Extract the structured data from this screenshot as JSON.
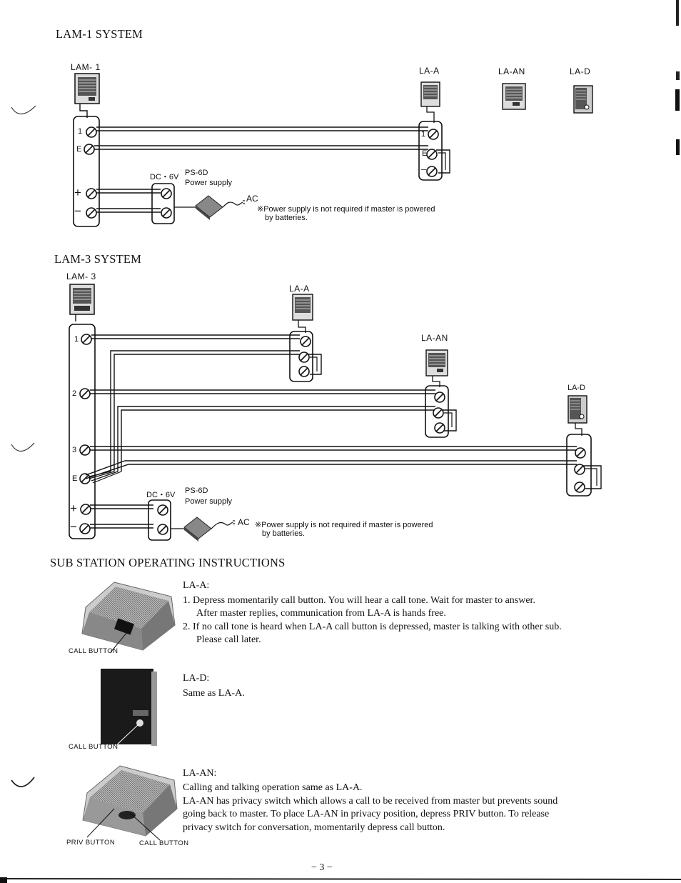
{
  "lam1": {
    "heading": "LAM-1 SYSTEM",
    "master_label": "LAM- 1",
    "station_labels": [
      "LA-A",
      "LA-AN",
      "LA-D"
    ],
    "terminals_master": [
      "1",
      "E",
      "+",
      "−"
    ],
    "terminals_station": [
      "1",
      "E",
      "−"
    ],
    "dc_label": "DC・6V",
    "ps_model": "PS-6D",
    "ps_name": "Power supply",
    "ac_label": "AC",
    "note_line1": "※Power supply is not required if master is powered",
    "note_line2": "by batteries."
  },
  "lam3": {
    "heading": "LAM-3 SYSTEM",
    "master_label": "LAM- 3",
    "station_a": "LA-A",
    "station_an": "LA-AN",
    "station_d": "LA-D",
    "terminals_master": [
      "1",
      "2",
      "3",
      "E",
      "+",
      "−"
    ],
    "dc_label": "DC・6V",
    "ps_model": "PS-6D",
    "ps_name": "Power supply",
    "ac_label": "AC",
    "note_line1": "※Power supply is not required if master is powered",
    "note_line2": "by batteries."
  },
  "instructions": {
    "heading": "SUB STATION OPERATING INSTRUCTIONS",
    "laa": {
      "title": "LA-A:",
      "item1_line1": "1. Depress momentarily call button.  You will hear a call tone.  Wait for master to answer.",
      "item1_line2": "After master replies, communication from LA-A is hands free.",
      "item2_line1": "2. If no call tone is heard when LA-A call button is depressed, master is talking with other sub.",
      "item2_line2": "Please call later.",
      "photo_label": "CALL BUTTON"
    },
    "lad": {
      "title": "LA-D:",
      "text": "Same as LA-A.",
      "photo_label": "CALL BUTTON"
    },
    "laan": {
      "title": "LA-AN:",
      "line1": "Calling and talking operation same as LA-A.",
      "line2": "LA-AN has privacy switch which allows a call to be received from master but prevents sound",
      "line3": "going back to master.  To place LA-AN in privacy position, depress PRIV button.  To release",
      "line4": "privacy switch for conversation,  momentarily depress call button.",
      "priv_label": "PRIV BUTTON",
      "call_label": "CALL BUTTON"
    }
  },
  "page_number": "− 3 −"
}
